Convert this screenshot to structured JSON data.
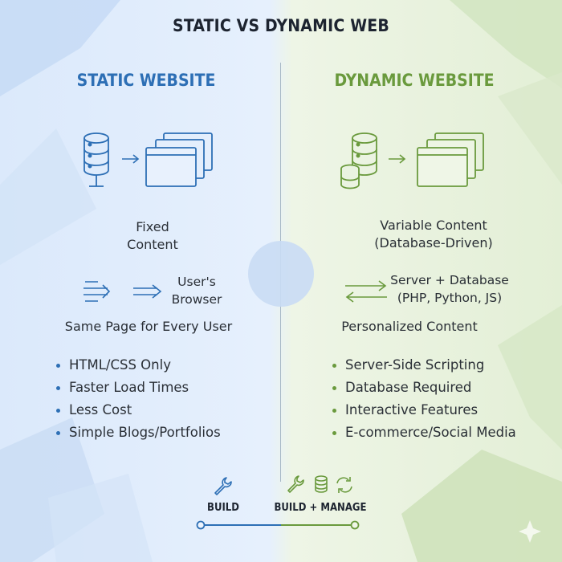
{
  "title": "STATIC VS DYNAMIC WEB",
  "colors": {
    "static_accent": "#2d6fb5",
    "dynamic_accent": "#6a9a3d",
    "text": "#2a2f36"
  },
  "static": {
    "heading": "STATIC WEBSITE",
    "diagram_icons": [
      "server-icon",
      "arrow-right-icon",
      "stacked-windows-icon"
    ],
    "content_line1": "Fixed",
    "content_line2": "Content",
    "flow_icons": [
      "transfer-arrows-icon",
      "arrow-right-icon"
    ],
    "flow_label_line1": "User's",
    "flow_label_line2": "Browser",
    "tagline": "Same Page for Every User",
    "bullets": [
      "HTML/CSS Only",
      "Faster Load Times",
      "Less Cost",
      "Simple Blogs/Portfolios"
    ],
    "footer_icon": "wrench-icon",
    "footer_label": "BUILD"
  },
  "dynamic": {
    "heading": "DYNAMIC WEBSITE",
    "diagram_icons": [
      "server-icon",
      "database-icon",
      "arrow-right-icon",
      "stacked-windows-icon"
    ],
    "content_line1": "Variable Content",
    "content_line2": "(Database-Driven)",
    "flow_icons": [
      "bidirectional-arrow-icon"
    ],
    "flow_label_line1": "Server + Database",
    "flow_label_line2": "(PHP, Python, JS)",
    "tagline": "Personalized Content",
    "bullets": [
      "Server-Side Scripting",
      "Database Required",
      "Interactive Features",
      "E-commerce/Social Media"
    ],
    "footer_icons": [
      "wrench-icon",
      "database-icon",
      "refresh-icon"
    ],
    "footer_label": "BUILD + MANAGE"
  }
}
